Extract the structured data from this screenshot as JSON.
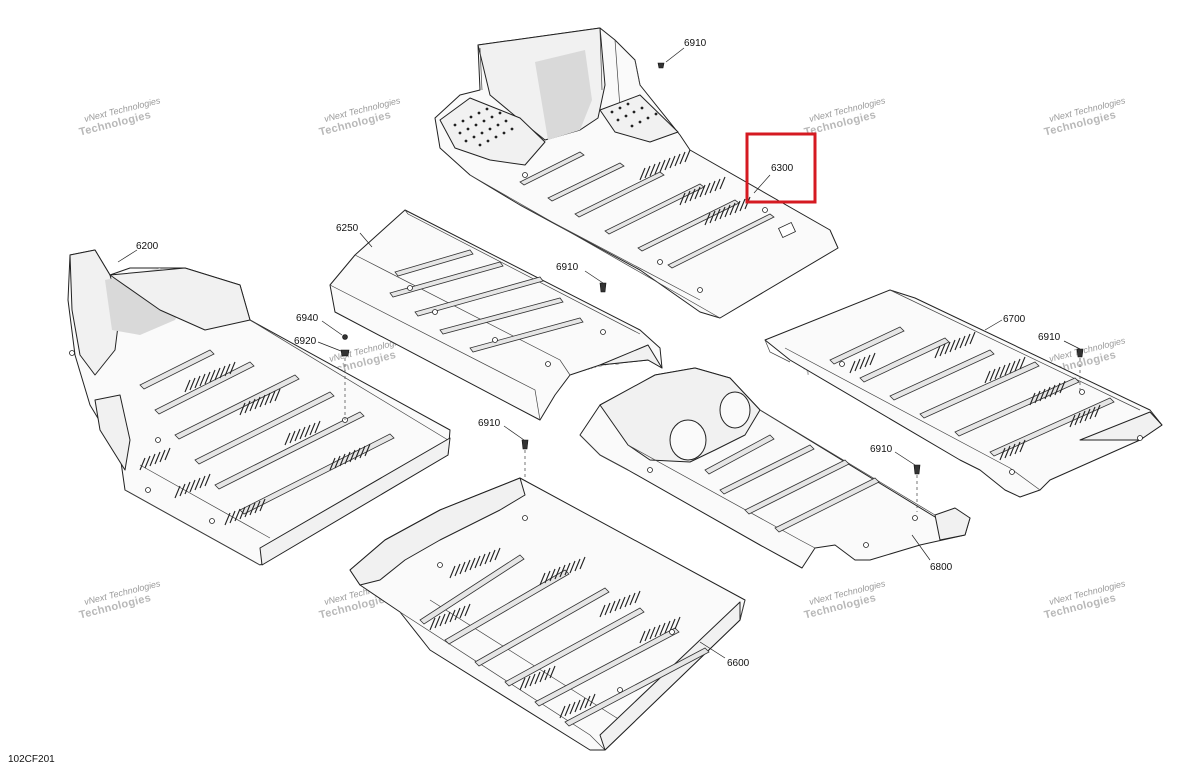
{
  "diagram_id": "102CF201",
  "watermark": {
    "line1": "vNext",
    "line2": "Technologies",
    "inline": "vNext Technologies"
  },
  "callouts": {
    "p6910_top": "6910",
    "p6300": "6300",
    "p6250": "6250",
    "p6910_mid": "6910",
    "p6200": "6200",
    "p6940": "6940",
    "p6920": "6920",
    "p6700": "6700",
    "p6910_right": "6910",
    "p6910_left": "6910",
    "p6910_center": "6910",
    "p6800": "6800",
    "p6600": "6600"
  },
  "highlight": {
    "label": "6300",
    "color": "#d51a21"
  }
}
